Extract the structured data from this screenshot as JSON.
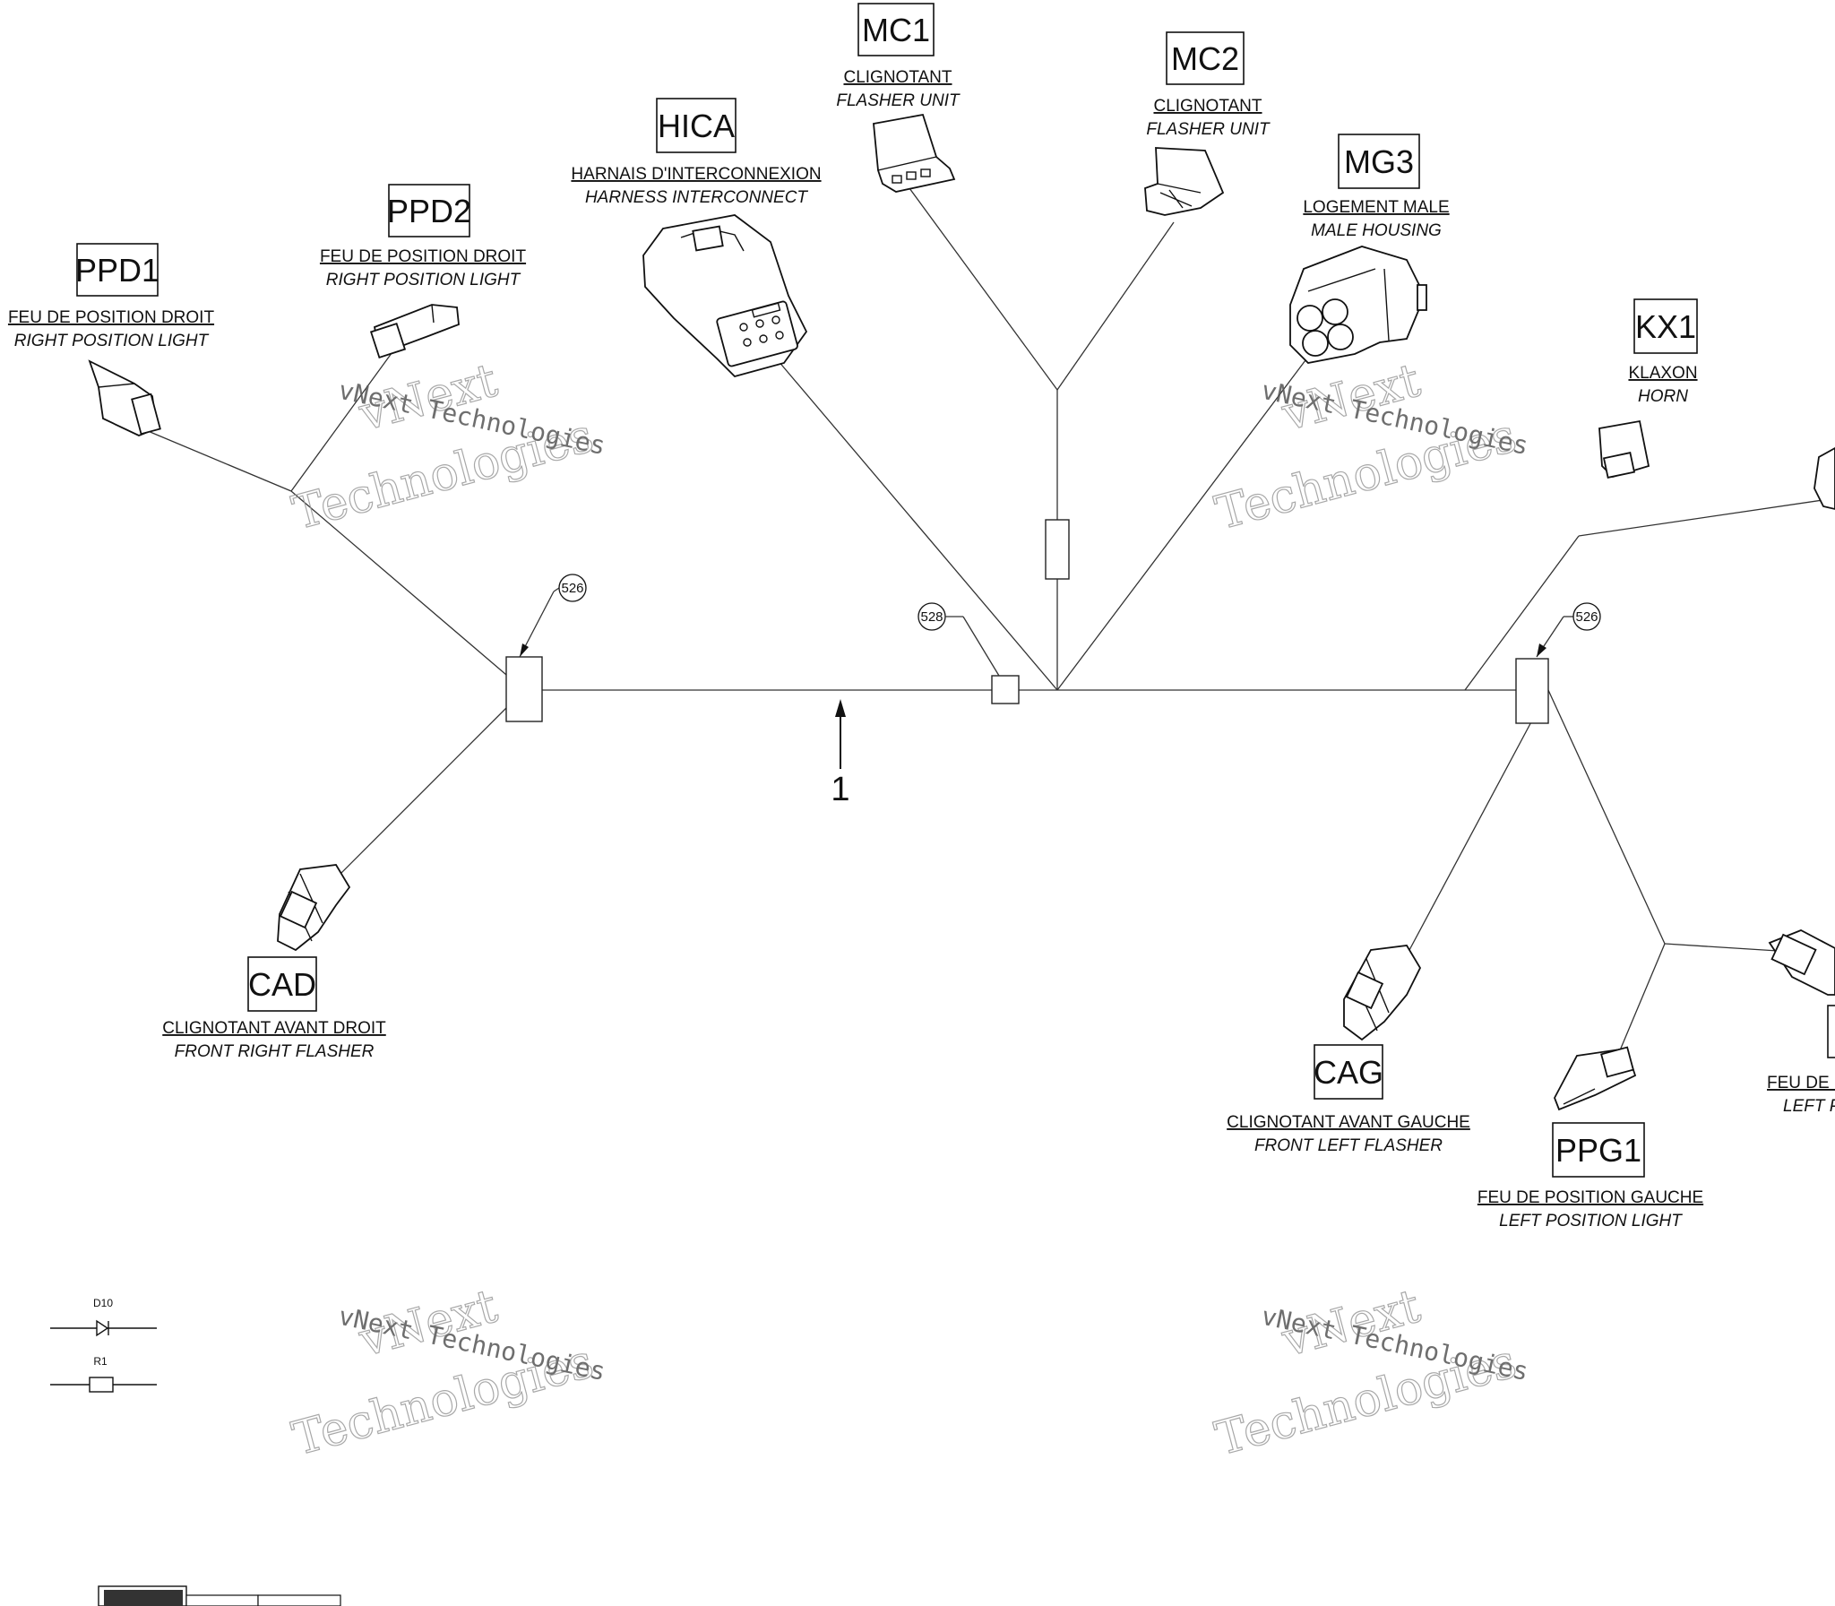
{
  "connectors": {
    "ppd1": {
      "code": "PPD1",
      "fr": "FEU DE POSITION DROIT",
      "en": "RIGHT POSITION LIGHT"
    },
    "ppd2": {
      "code": "PPD2",
      "fr": "FEU DE POSITION DROIT",
      "en": "RIGHT POSITION LIGHT"
    },
    "hica": {
      "code": "HICA",
      "fr": "HARNAIS D'INTERCONNEXION",
      "en": "HARNESS INTERCONNECT"
    },
    "mc1": {
      "code": "MC1",
      "fr": "CLIGNOTANT",
      "en": "FLASHER UNIT"
    },
    "mc2": {
      "code": "MC2",
      "fr": "CLIGNOTANT",
      "en": "FLASHER UNIT"
    },
    "mg3": {
      "code": "MG3",
      "fr": "LOGEMENT MALE",
      "en": "MALE HOUSING"
    },
    "kx1": {
      "code": "KX1",
      "fr": "KLAXON",
      "en": "HORN"
    },
    "cad": {
      "code": "CAD",
      "fr": "CLIGNOTANT AVANT DROIT",
      "en": "FRONT RIGHT FLASHER"
    },
    "cag": {
      "code": "CAG",
      "fr": "CLIGNOTANT AVANT GAUCHE",
      "en": "FRONT LEFT FLASHER"
    },
    "ppg1": {
      "code": "PPG1",
      "fr": "FEU DE POSITION GAUCHE",
      "en": "LEFT POSITION LIGHT"
    },
    "ppg2_partial": {
      "fr": "FEU DE P",
      "en": "LEFT P"
    }
  },
  "callouts": {
    "clip_left": "526",
    "clip_center": "528",
    "clip_right": "526"
  },
  "main_label": "1",
  "legend": {
    "diode": "D10",
    "resistor": "R1"
  },
  "watermark": {
    "line1": "vNext",
    "line2": "Technologies",
    "small": "vNext Technologies"
  }
}
